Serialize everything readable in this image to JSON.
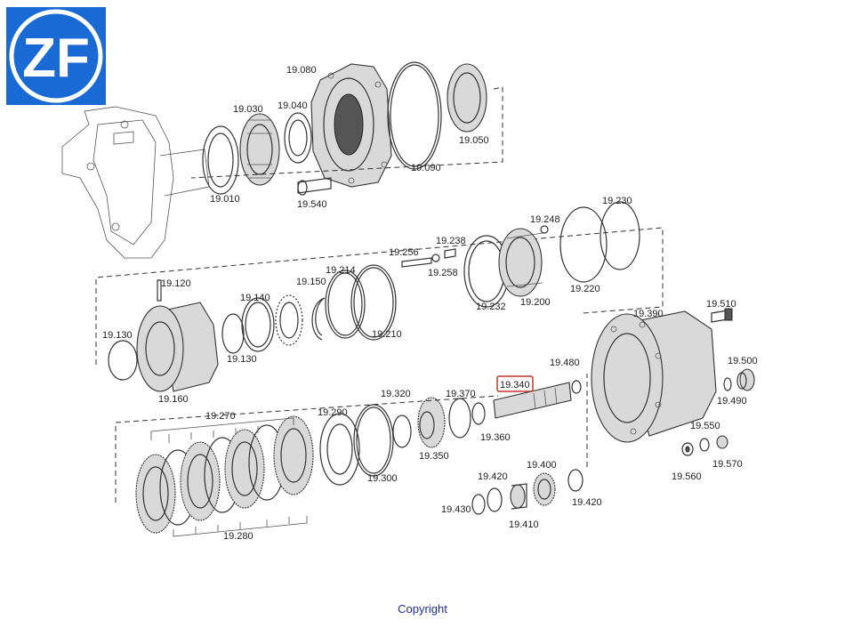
{
  "logo": {
    "text": "ZF",
    "color": "#1a6ad6"
  },
  "highlight_color": "#c0392b",
  "labels": {
    "l19080": "19.080",
    "l19030": "19.030",
    "l19040": "19.040",
    "l19010": "19.010",
    "l19540": "19.540",
    "l19090": "19.090",
    "l19050": "19.050",
    "l19230": "19.230",
    "l19248": "19.248",
    "l19238": "19.238",
    "l19256": "19.256",
    "l19258": "19.258",
    "l19232": "19.232",
    "l19200": "19.200",
    "l19220": "19.220",
    "l19120": "19.120",
    "l19140": "19.140",
    "l19150": "19.150",
    "l19214": "19.214",
    "l19130a": "19.130",
    "l19130b": "19.130",
    "l19210": "19.210",
    "l19160": "19.160",
    "l19510": "19.510",
    "l19390": "19.390",
    "l19480": "19.480",
    "l19340": "19.340",
    "l19500": "19.500",
    "l19490": "19.490",
    "l19320": "19.320",
    "l19370": "19.370",
    "l19290": "19.290",
    "l19270": "19.270",
    "l19360": "19.360",
    "l19350": "19.350",
    "l19300": "19.300",
    "l19550": "19.550",
    "l19560": "19.560",
    "l19570": "19.570",
    "l19420a": "19.420",
    "l19400": "19.400",
    "l19420b": "19.420",
    "l19430": "19.430",
    "l19410": "19.410",
    "l19280": "19.280"
  },
  "footer": {
    "copyright": "Copyright"
  }
}
